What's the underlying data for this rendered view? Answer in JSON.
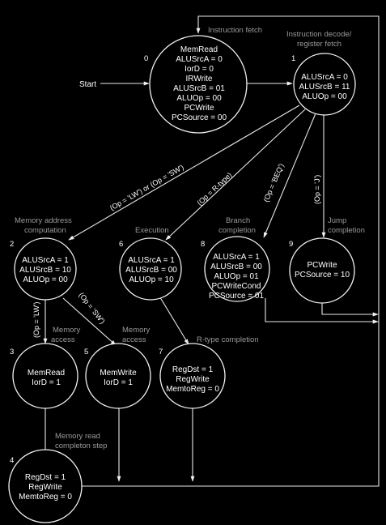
{
  "start_label": "Start",
  "phases": {
    "fetch": "Instruction fetch",
    "decode": [
      "Instruction decode/",
      "register fetch"
    ],
    "memaddr": [
      "Memory address",
      "computation"
    ],
    "execution": "Execution",
    "branch": [
      "Branch",
      "completion"
    ],
    "jump": [
      "Jump",
      "completion"
    ],
    "memaccess_lw": [
      "Memory",
      "access"
    ],
    "memaccess_sw": [
      "Memory",
      "access"
    ],
    "rtype": "R-type completion",
    "memread": [
      "Memory read",
      "completon step"
    ]
  },
  "states": [
    {
      "num": "0",
      "signals": [
        "MemRead",
        "ALUSrcA = 0",
        "IorD = 0",
        "IRWrite",
        "ALUSrcB = 01",
        "ALUOp = 00",
        "PCWrite",
        "PCSource = 00"
      ]
    },
    {
      "num": "1",
      "signals": [
        "ALUSrcA = 0",
        "ALUSrcB = 11",
        "ALUOp = 00"
      ]
    },
    {
      "num": "2",
      "signals": [
        "ALUSrcA = 1",
        "ALUSrcB = 10",
        "ALUOp = 00"
      ]
    },
    {
      "num": "6",
      "signals": [
        "ALUSrcA = 1",
        "ALUSrcB = 00",
        "ALUOp = 10"
      ]
    },
    {
      "num": "8",
      "signals": [
        "ALUSrcA = 1",
        "ALUSrcB = 00",
        "ALUOp = 01",
        "PCWriteCond",
        "PCSource = 01"
      ]
    },
    {
      "num": "9",
      "signals": [
        "PCWrite",
        "PCSource = 10"
      ]
    },
    {
      "num": "3",
      "signals": [
        "MemRead",
        "IorD = 1"
      ]
    },
    {
      "num": "5",
      "signals": [
        "MemWrite",
        "IorD = 1"
      ]
    },
    {
      "num": "7",
      "signals": [
        "RegDst = 1",
        "RegWrite",
        "MemtoReg = 0"
      ]
    },
    {
      "num": "4",
      "signals": [
        "RegDst = 1",
        "RegWrite",
        "MemtoReg = 0"
      ]
    }
  ],
  "conditions": {
    "lw_or_sw": "(Op = 'LW') or (Op = 'SW')",
    "rtype": "(Op = R-type)",
    "beq": "(Op = 'BEQ')",
    "jump": "(Op = 'J')",
    "lw": "(Op = 'LW')",
    "sw": "(Op = 'SW')"
  }
}
